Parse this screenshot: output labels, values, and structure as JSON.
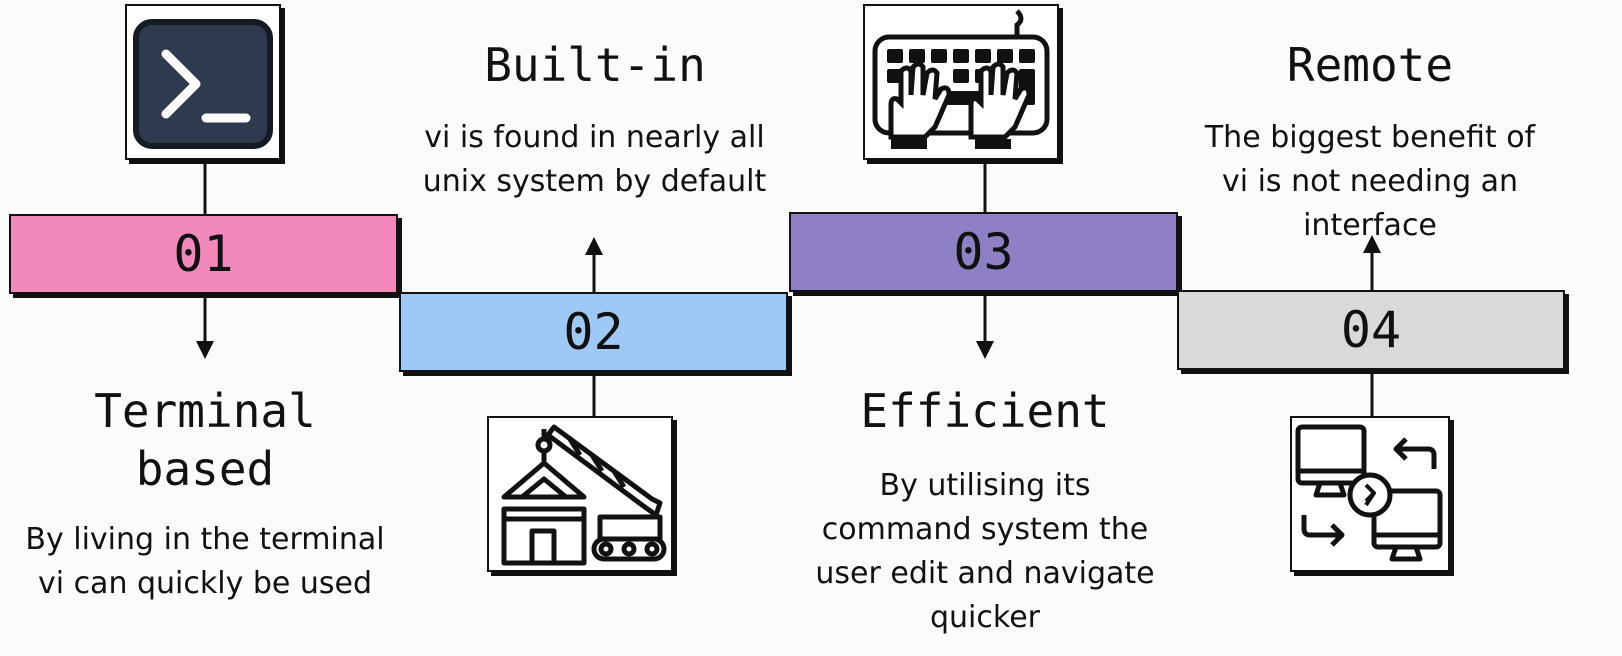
{
  "steps": [
    {
      "number": "01",
      "title": "Terminal based",
      "description": "By living in the terminal vi can quickly be used",
      "color": "#f189bb",
      "icon": "terminal-icon"
    },
    {
      "number": "02",
      "title": "Built-in",
      "description": "vi is found in nearly all unix system by default",
      "color": "#9ec8f6",
      "icon": "crane-building-icon"
    },
    {
      "number": "03",
      "title": "Efficient",
      "description": "By utilising its command system the user edit and navigate quicker",
      "color": "#8f7fc4",
      "icon": "keyboard-hands-icon"
    },
    {
      "number": "04",
      "title": "Remote",
      "description": "The biggest benefit of vi is not needing an interface",
      "color": "#d9d9d9",
      "icon": "remote-desktop-icon"
    }
  ]
}
